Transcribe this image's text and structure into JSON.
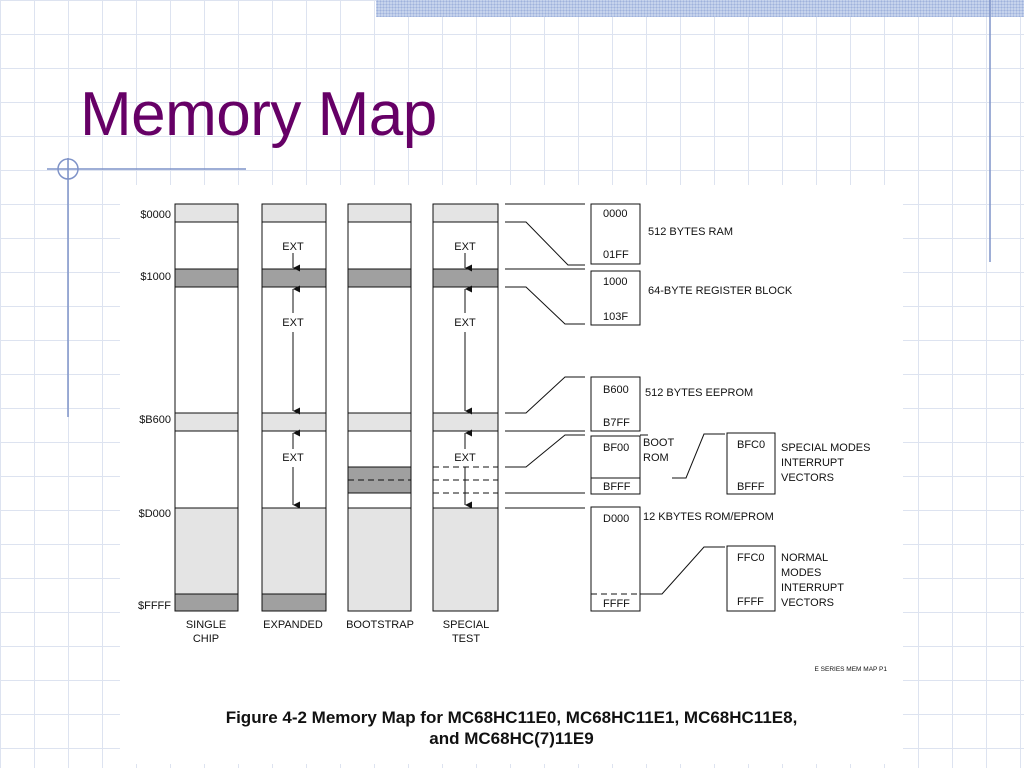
{
  "slide": {
    "title": "Memory Map"
  },
  "diagram": {
    "address_labels": [
      "$0000",
      "$1000",
      "$B600",
      "$D000",
      "$FFFF"
    ],
    "column_labels": {
      "single_chip": [
        "SINGLE",
        "CHIP"
      ],
      "expanded": [
        "EXPANDED"
      ],
      "bootstrap": [
        "BOOTSTRAP"
      ],
      "special_test": [
        "SPECIAL",
        "TEST"
      ]
    },
    "ext_label": "EXT",
    "detail_boxes": {
      "ram": {
        "start": "0000",
        "end": "01FF",
        "description": "512 BYTES RAM"
      },
      "register": {
        "start": "1000",
        "end": "103F",
        "description": "64-BYTE REGISTER BLOCK"
      },
      "eeprom": {
        "start": "B600",
        "end": "B7FF",
        "description": "512 BYTES EEPROM"
      },
      "boot": {
        "start": "BF00",
        "end": "BFFF",
        "description": [
          "BOOT",
          "ROM"
        ]
      },
      "special_vectors": {
        "start": "BFC0",
        "end": "BFFF",
        "description": [
          "SPECIAL MODES",
          "INTERRUPT",
          "VECTORS"
        ]
      },
      "rom": {
        "start": "D000",
        "end": "FFFF",
        "description": "12 KBYTES ROM/EPROM"
      },
      "normal_vectors": {
        "start": "FFC0",
        "end": "FFFF",
        "description": [
          "NORMAL",
          "MODES",
          "INTERRUPT",
          "VECTORS"
        ]
      }
    },
    "source_tag": "E SERIES MEM MAP P1",
    "caption_line1": "Figure 4-2  Memory Map for MC68HC11E0, MC68HC11E1, MC68HC11E8,",
    "caption_line2": "and MC68HC(7)11E9"
  },
  "colors": {
    "title": "#660066",
    "light_fill": "#e4e4e4",
    "dark_fill": "#a0a0a0",
    "grid_line": "#dde3f0",
    "accent_band": "#c6d3ec",
    "guide_line": "#7f93c8"
  }
}
